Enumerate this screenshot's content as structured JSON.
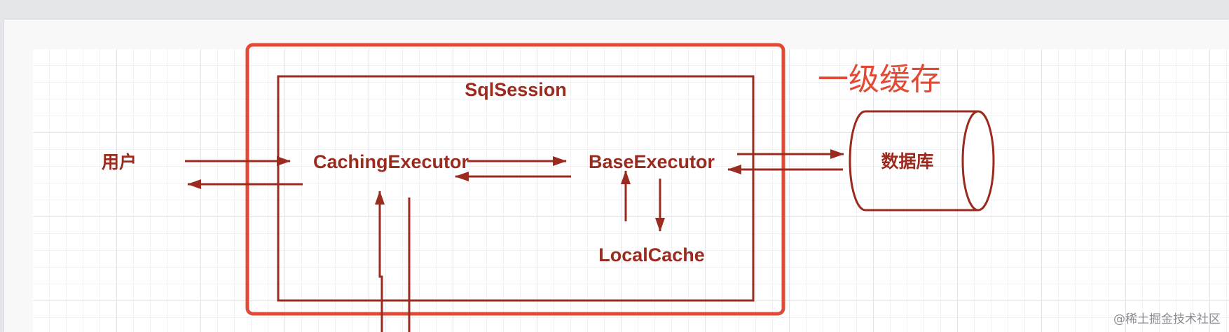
{
  "diagram": {
    "cache_level_title": "一级缓存",
    "session_label": "SqlSession",
    "user_label": "用户",
    "caching_executor_label": "CachingExecutor",
    "base_executor_label": "BaseExecutor",
    "local_cache_label": "LocalCache",
    "database_label": "数据库"
  },
  "colors": {
    "outer_frame": "#e34a35",
    "diagram_stroke": "#9b2a1f",
    "canvas_background": "#ffffff",
    "grid_line": "#e2e3e6"
  },
  "watermark": {
    "text": "@稀土掘金技术社区"
  }
}
